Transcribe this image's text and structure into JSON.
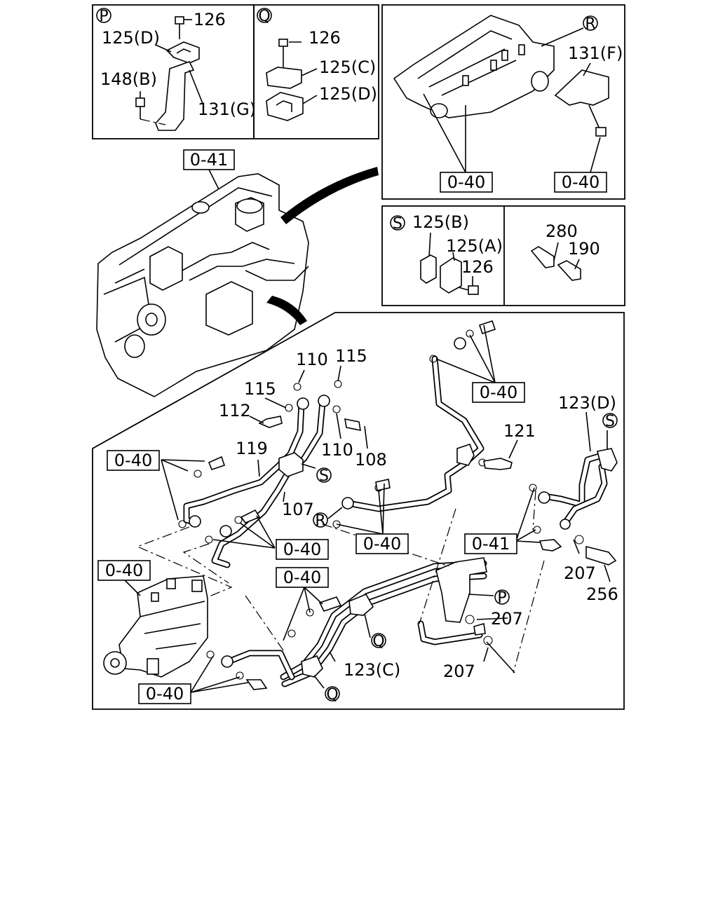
{
  "insets": {
    "p": {
      "letter": "P",
      "labels": [
        "126",
        "125(D)",
        "148(B)",
        "131(G)"
      ]
    },
    "q": {
      "letter": "Q",
      "labels": [
        "126",
        "125(C)",
        "125(D)"
      ]
    },
    "r": {
      "letter": "R",
      "labels": [
        "131(F)"
      ],
      "refs": [
        "0-40",
        "0-40"
      ]
    },
    "s": {
      "letter": "S",
      "labels": [
        "125(B)",
        "125(A)",
        "126"
      ]
    },
    "t": {
      "labels": [
        "280",
        "190"
      ]
    }
  },
  "engine": {
    "ref": "0-41"
  },
  "main": {
    "labels": {
      "l110a": "110",
      "l115a": "115",
      "l115b": "115",
      "l112": "112",
      "l110b": "110",
      "l108": "108",
      "l119": "119",
      "l107": "107",
      "l121": "121",
      "l123d": "123(D)",
      "l207a": "207",
      "l256": "256",
      "l207b": "207",
      "l207c": "207",
      "l123c": "123(C)"
    },
    "refs": {
      "r1": "0-40",
      "r2": "0-40",
      "r3": "0-40",
      "r4": "0-40",
      "r5": "0-40",
      "r6": "0-40",
      "r7": "0-40",
      "r8": "0-41"
    },
    "circles": {
      "c1": "S",
      "c2": "R",
      "c3": "S",
      "c4": "P",
      "c5": "Q",
      "c6": "Q"
    }
  }
}
